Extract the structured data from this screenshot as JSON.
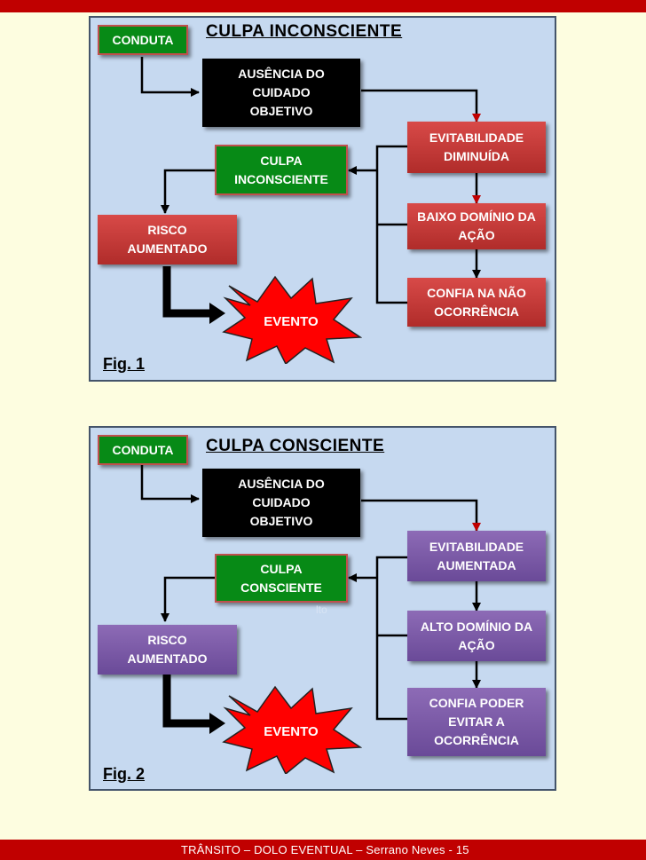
{
  "figures": [
    {
      "title": "CULPA INCONSCIENTE",
      "fig_label": "Fig. 1",
      "conduta": "CONDUTA",
      "ausencia": "AUSÊNCIA DO CUIDADO OBJETIVO",
      "culpa": "CULPA INCONSCIENTE",
      "risco": "RISCO AUMENTADO",
      "evento": "EVENTO",
      "right_boxes": [
        "EVITABILIDADE DIMINUÍDA",
        "BAIXO DOMÍNIO DA AÇÃO",
        "CONFIA NA NÃO OCORRÊNCIA"
      ],
      "right_color": "#c0392f"
    },
    {
      "title": "CULPA CONSCIENTE",
      "fig_label": "Fig. 2",
      "conduta": "CONDUTA",
      "ausencia": "AUSÊNCIA DO CUIDADO OBJETIVO",
      "culpa": "CULPA CONSCIENTE",
      "risco": "RISCO AUMENTADO",
      "evento": "EVENTO",
      "stray": "lto",
      "right_boxes": [
        "EVITABILIDADE AUMENTADA",
        "ALTO DOMÍNIO DA AÇÃO",
        "CONFIA PODER EVITAR A OCORRÊNCIA"
      ],
      "right_color": "#7a58a8"
    }
  ],
  "footer": "TRÂNSITO – DOLO EVENTUAL – Serrano Neves - 15",
  "colors": {
    "page": "#fdfde0",
    "bar": "#c00000",
    "panel": "#c6d9f0",
    "green": "#078a16",
    "burst": "#ff0000"
  }
}
